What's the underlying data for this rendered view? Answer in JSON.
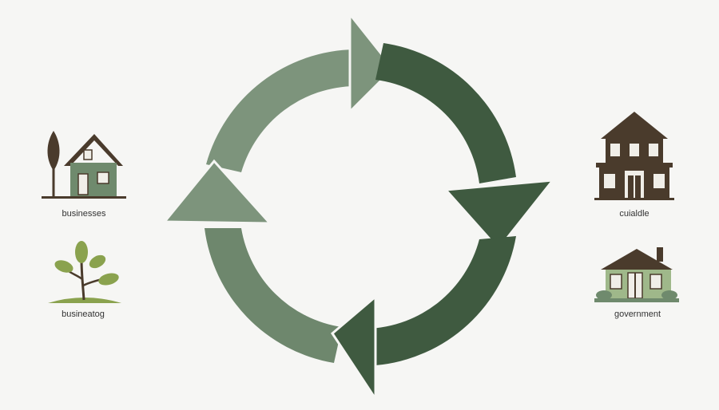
{
  "colors": {
    "background": "#f6f6f4",
    "light_green": "#7d947c",
    "dark_green": "#3f5a40",
    "brown": "#4a3b2c",
    "leaf_green": "#8aa24e",
    "house_green": "#6f8a6d",
    "porch_green": "#9fb88a"
  },
  "icons": {
    "top_left": "house-with-tree-icon",
    "bottom_left": "sprout-icon",
    "top_right": "two-story-house-icon",
    "bottom_right": "cottage-icon"
  },
  "labels": {
    "top_left": "businesses",
    "bottom_left": "busineatog",
    "top_right": "cuialdle",
    "bottom_right": "government"
  }
}
